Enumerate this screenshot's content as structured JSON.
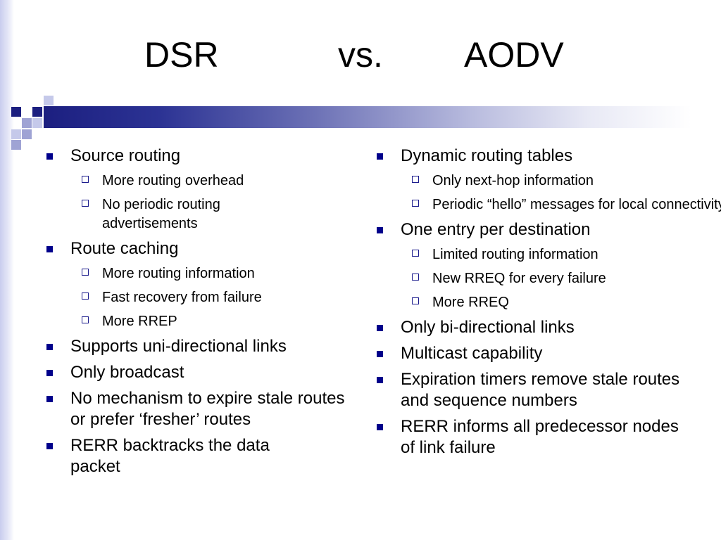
{
  "slide": {
    "title": {
      "left": "DSR",
      "middle": "vs.",
      "right": "AODV"
    },
    "accent_color": "#1c1f80",
    "bullet_icon": "filled-square-bullet",
    "sub_bullet_icon": "hollow-square-bullet",
    "left_column": [
      {
        "text": "Source routing",
        "level": 1
      },
      {
        "text": "More routing overhead",
        "level": 2
      },
      {
        "text": "No periodic routing advertisements",
        "level": 2
      },
      {
        "text": "Route caching",
        "level": 1
      },
      {
        "text": "More routing information",
        "level": 2
      },
      {
        "text": "Fast recovery from failure",
        "level": 2
      },
      {
        "text": "More RREP",
        "level": 2
      },
      {
        "text": "Supports uni-directional links",
        "level": 1
      },
      {
        "text": "Only broadcast",
        "level": 1
      },
      {
        "text": "No mechanism to expire stale routes or prefer ‘fresher’ routes",
        "level": 1
      },
      {
        "text": "RERR backtracks the data packet",
        "level": 1
      }
    ],
    "right_column": [
      {
        "text": "Dynamic routing tables",
        "level": 1
      },
      {
        "text": "Only next-hop information",
        "level": 2
      },
      {
        "text": "Periodic “hello” messages for local connectivity",
        "level": 2
      },
      {
        "text": "One entry per destination",
        "level": 1
      },
      {
        "text": "Limited routing information",
        "level": 2
      },
      {
        "text": "New RREQ for every failure",
        "level": 2
      },
      {
        "text": "More RREQ",
        "level": 2
      },
      {
        "text": "Only bi-directional links",
        "level": 1
      },
      {
        "text": "Multicast capability",
        "level": 1
      },
      {
        "text": "Expiration timers remove stale routes and sequence numbers",
        "level": 1
      },
      {
        "text": "RERR informs all predecessor nodes of link failure",
        "level": 1
      }
    ]
  }
}
